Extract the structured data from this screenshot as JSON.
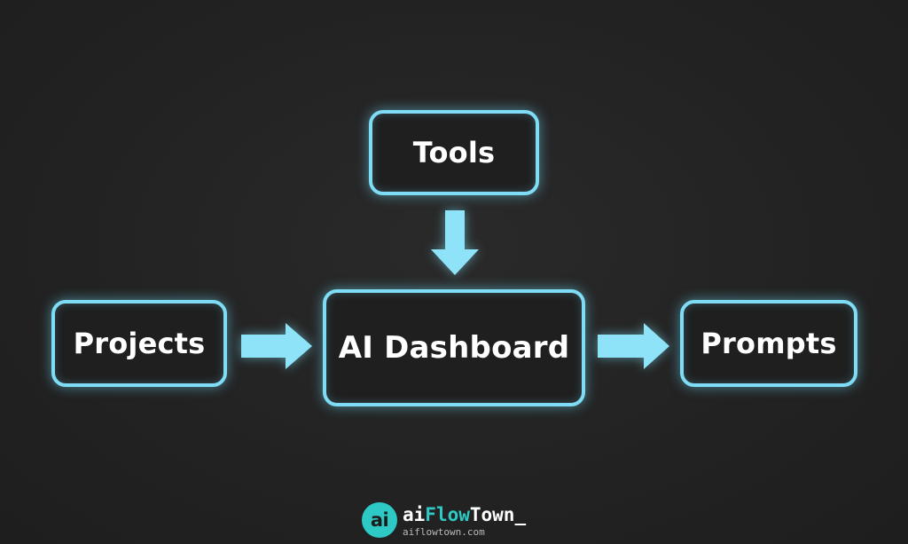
{
  "diagram": {
    "nodes": {
      "tools": "Tools",
      "projects": "Projects",
      "dashboard": "AI Dashboard",
      "prompts": "Prompts"
    },
    "edges": [
      {
        "from": "tools",
        "to": "dashboard"
      },
      {
        "from": "projects",
        "to": "dashboard"
      },
      {
        "from": "dashboard",
        "to": "prompts"
      }
    ]
  },
  "brand": {
    "logo_text": "ai",
    "name_prefix": "ai",
    "name_accent": "Flow",
    "name_suffix": "Town_",
    "url": "aiflowtown.com"
  },
  "colors": {
    "background": "#232323",
    "node_border": "#7fdcf5",
    "arrow": "#8fe3f8",
    "brand_accent": "#2ec9c5",
    "text": "#ffffff"
  }
}
